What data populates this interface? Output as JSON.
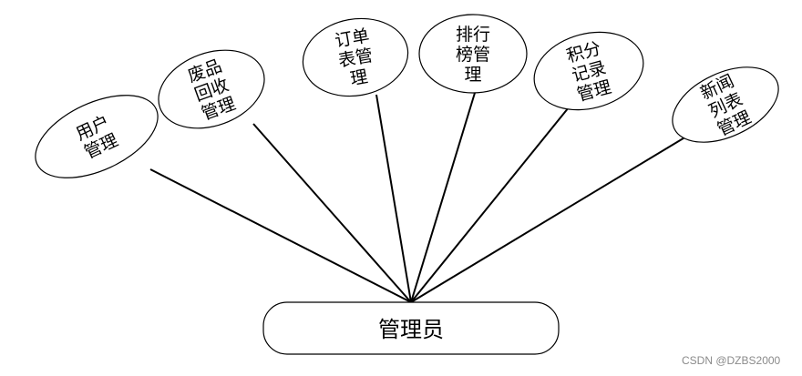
{
  "diagram": {
    "root": {
      "label": "管理员"
    },
    "children": [
      {
        "id": "user",
        "lines": [
          "用户",
          "管理"
        ]
      },
      {
        "id": "waste",
        "lines": [
          "废品",
          "回收",
          "管理"
        ]
      },
      {
        "id": "order",
        "lines": [
          "订单",
          "表管",
          "理"
        ]
      },
      {
        "id": "rank",
        "lines": [
          "排行",
          "榜管",
          "理"
        ]
      },
      {
        "id": "points",
        "lines": [
          "积分",
          "记录",
          "管理"
        ]
      },
      {
        "id": "news",
        "lines": [
          "新闻",
          "列表",
          "管理"
        ]
      }
    ],
    "colors": {
      "stroke": "#000000",
      "fill": "#ffffff"
    }
  },
  "watermark": "CSDN @DZBS2000"
}
